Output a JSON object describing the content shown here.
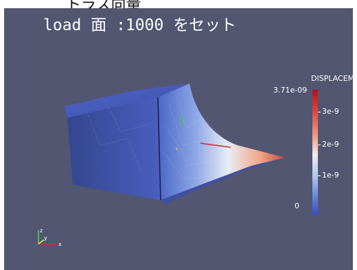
{
  "page": {
    "top_title": "トラス向量",
    "view_title": "load 面 :1000 をセット"
  },
  "colorbar": {
    "title": "DISPLACEMENT",
    "max_label": "3.71e-09",
    "min_label": "0",
    "ticks": [
      "3e-9",
      "2e-9",
      "1e-9"
    ],
    "colors": [
      "#b1121e",
      "#dc4a3f",
      "#f1a185",
      "#f0eeed",
      "#a9c2ec",
      "#6685d7",
      "#3a4bc0"
    ]
  },
  "axes": {
    "x_label": "x",
    "y_label": "y",
    "z_label": "z",
    "x_color": "#e0213a",
    "y_color": "#f3e54a",
    "z_color": "#4fd14f"
  },
  "scene": {
    "background": "#525671",
    "object": "deformed-solid-mesh"
  }
}
